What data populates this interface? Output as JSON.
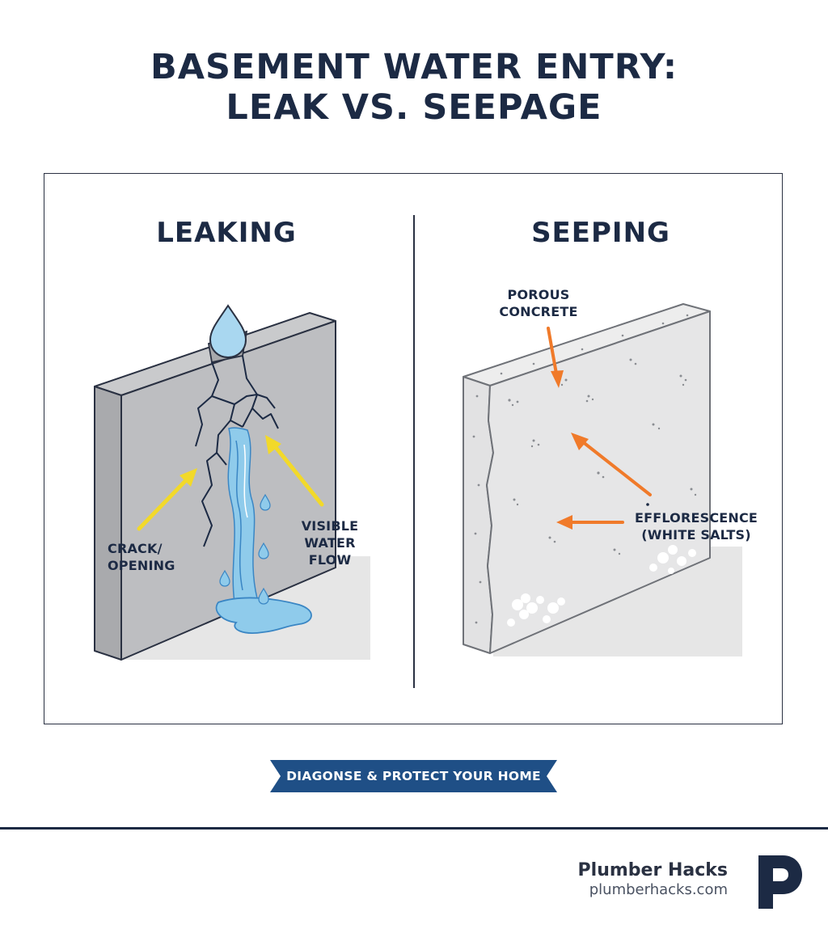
{
  "title": {
    "line1": "BASEMENT WATER ENTRY:",
    "line2": "LEAK VS. SEEPAGE"
  },
  "left": {
    "heading": "LEAKING",
    "labels": {
      "crack_line1": "CRACK/",
      "crack_line2": "OPENING",
      "flow_line1": "VISIBLE",
      "flow_line2": "WATER FLOW"
    }
  },
  "right": {
    "heading": "SEEPING",
    "labels": {
      "porous_line1": "POROUS",
      "porous_line2": "CONCRETE",
      "effl_line1": "EFFLORESCENCE",
      "effl_line2": "(WHITE SALTS)"
    }
  },
  "ribbon": {
    "text": "DIAGONSE & PROTECT YOUR HOME"
  },
  "brand": {
    "name": "Plumber Hacks",
    "url": "plumberhacks.com",
    "logo_icon": "p-letter-icon"
  },
  "colors": {
    "navy": "#1c2a44",
    "ribbon": "#1f4f86",
    "water": "#8fcbeb",
    "yellow_arrow": "#f2d92a",
    "orange_arrow": "#f07a2a",
    "concrete_dark": "#c8c9cc",
    "concrete_light": "#ececec"
  }
}
